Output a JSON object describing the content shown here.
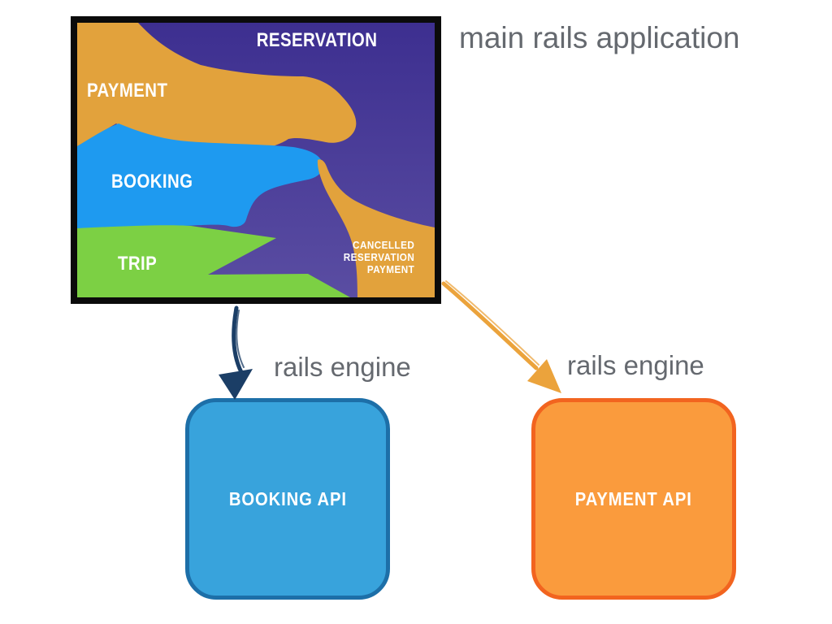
{
  "main_app": {
    "title": "main rails application",
    "regions": {
      "reservation": "RESERVATION",
      "payment": "PAYMENT",
      "booking": "BOOKING",
      "trip": "TRIP",
      "cancelled_lines": [
        "CANCELLED",
        "RESERVATION",
        "PAYMENT"
      ]
    }
  },
  "engines": {
    "booking": {
      "caption": "rails engine",
      "label": "BOOKING API"
    },
    "payment": {
      "caption": "rails engine",
      "label": "PAYMENT API"
    }
  },
  "colors": {
    "caption_gray": "#65696f",
    "reservation_bg_top": "#3d2f90",
    "reservation_bg_bottom": "#5a4da2",
    "payment_orange": "#e2a23c",
    "booking_blue": "#1e9af0",
    "trip_green": "#7cd044",
    "booking_api_fill": "#38a3dc",
    "booking_api_border": "#1d6fa8",
    "payment_api_fill": "#fa9b3d",
    "payment_api_border": "#f2641f",
    "arrow_navy": "#1b3e66",
    "arrow_orange": "#eba33c",
    "box_border_black": "#0b0b0b"
  }
}
